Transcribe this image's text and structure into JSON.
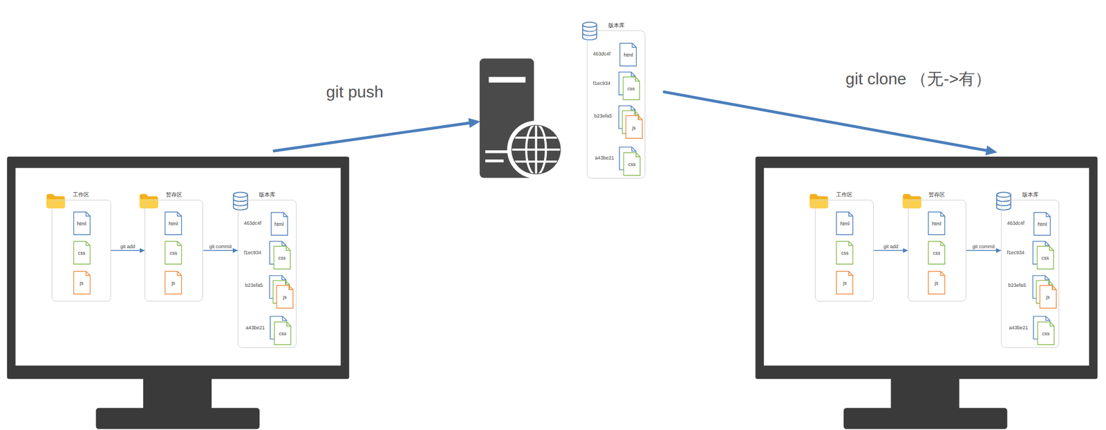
{
  "diagram": {
    "nodes": [
      {
        "text": [
          "工作区"
        ]
      },
      {
        "text": [
          "html"
        ],
        "in": 0
      },
      {
        "text": [
          "css"
        ],
        "in": 0
      },
      {
        "text": [
          "js"
        ],
        "in": 0
      },
      {
        "text": [
          "暂存区"
        ]
      },
      {
        "text": [
          "html"
        ],
        "in": 4
      },
      {
        "text": [
          "css"
        ],
        "in": 4
      },
      {
        "text": [
          "js"
        ],
        "in": 4
      },
      {
        "text": [
          "版本库"
        ]
      },
      {
        "text": [
          "html"
        ],
        "in": 8
      },
      {
        "text": [
          "css"
        ],
        "in": 8
      },
      {
        "text": [
          "js"
        ],
        "in": 8
      },
      {
        "text": [
          "css"
        ],
        "in": 8
      },
      {
        "text": [
          "版本库"
        ]
      },
      {
        "text": [
          "html"
        ],
        "in": 13
      },
      {
        "text": [
          "css"
        ],
        "in": 13
      },
      {
        "text": [
          "js"
        ],
        "in": 13
      },
      {
        "text": [
          "css"
        ],
        "in": 13
      },
      {
        "text": [
          "工作区"
        ]
      },
      {
        "text": [
          "html"
        ],
        "in": 18
      },
      {
        "text": [
          "css"
        ],
        "in": 18
      },
      {
        "text": [
          "js"
        ],
        "in": 18
      },
      {
        "text": [
          "暂存区"
        ]
      },
      {
        "text": [
          "html"
        ],
        "in": 22
      },
      {
        "text": [
          "css"
        ],
        "in": 22
      },
      {
        "text": [
          "js"
        ],
        "in": 22
      },
      {
        "text": [
          "版本库"
        ]
      },
      {
        "text": [
          "html"
        ],
        "in": 26
      },
      {
        "text": [
          "css"
        ],
        "in": 26
      },
      {
        "text": [
          "js"
        ],
        "in": 26
      },
      {
        "text": [
          "css"
        ],
        "in": 26
      }
    ],
    "edges": [
      {
        "from": 0,
        "to": 4,
        "label": "git add",
        "arrow": "to"
      },
      {
        "from": 4,
        "to": 8,
        "label": "git commit",
        "arrow": "to"
      },
      {
        "from": 18,
        "to": 22,
        "label": "git add",
        "arrow": "to"
      },
      {
        "from": 22,
        "to": 26,
        "label": "git commit",
        "arrow": "to"
      }
    ],
    "labels": [
      "git push",
      "git clone （无->有）",
      "463dc4f",
      "f1ec934",
      "b23efa5",
      "a43be21",
      "463dc4f",
      "f1ec934",
      "b23efa5",
      "a43be21",
      "463dc4f",
      "f1ec934",
      "b23efa5",
      "a43be21"
    ]
  }
}
